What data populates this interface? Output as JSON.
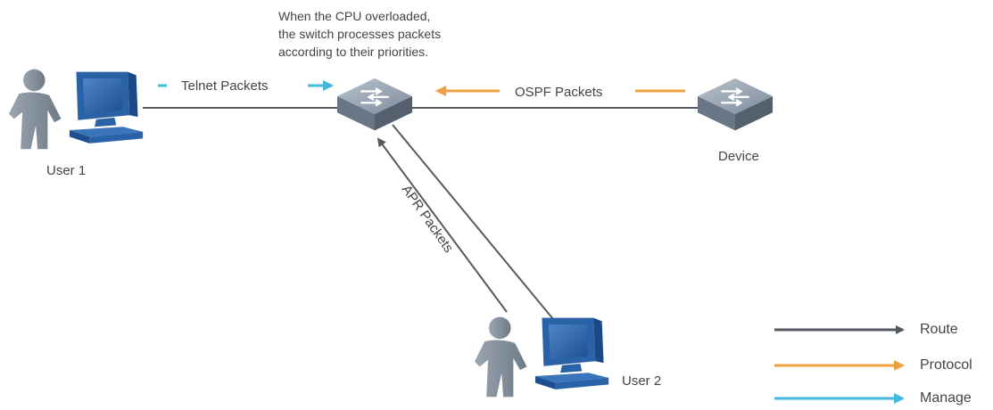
{
  "annotation": {
    "line1": "When the CPU overloaded,",
    "line2": "the switch processes packets",
    "line3": "according to their priorities."
  },
  "labels": {
    "telnet": "Telnet Packets",
    "ospf": "OSPF Packets",
    "arp": "APR Packets",
    "user1": "User 1",
    "user2": "User 2",
    "device": "Device"
  },
  "legend": [
    {
      "label": "Route",
      "color": "#555a60"
    },
    {
      "label": "Protocol",
      "color": "#f0a040"
    },
    {
      "label": "Manage",
      "color": "#40b8e0"
    }
  ],
  "colors": {
    "route": "#555a60",
    "protocol": "#f0a040",
    "manage": "#40b8e0"
  },
  "icons": [
    "person-icon",
    "computer-icon",
    "switch-icon"
  ]
}
